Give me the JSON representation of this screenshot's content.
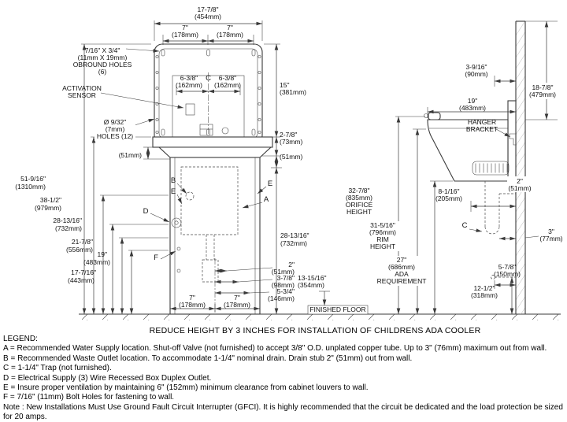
{
  "banner": {
    "reduce_note": "REDUCE HEIGHT BY 3 INCHES FOR INSTALLATION OF CHILDRENS ADA COOLER",
    "finished_floor": "FINISHED FLOOR"
  },
  "front": {
    "width_top": {
      "in": "17-7/8\"",
      "mm": "(454mm)"
    },
    "seven_left": {
      "in": "7\"",
      "mm": "(178mm)"
    },
    "seven_right": {
      "in": "7\"",
      "mm": "(178mm)"
    },
    "obround": {
      "l1": "7/16\" X 3/4\"",
      "l2": "(11mm X 19mm)",
      "l3": "OBROUND HOLES",
      "l4": "(6)"
    },
    "sensor": {
      "l1": "ACTIVATION",
      "l2": "SENSOR"
    },
    "holes": {
      "l1": "Ø 9/32\"",
      "l2": "(7mm)",
      "l3": "HOLES (12)"
    },
    "spread_left": {
      "in": "6-3/8\"",
      "mm": "(162mm)"
    },
    "spread_right": {
      "in": "6-3/8\"",
      "mm": "(162mm)"
    },
    "c_center": "C",
    "panel15": {
      "in": "15\"",
      "mm": "(381mm)"
    },
    "basin29": {
      "in": "2-7/8\"",
      "mm": "(73mm)"
    },
    "mm51_right": "(51mm)",
    "mm51_left": "(51mm)",
    "h1310": {
      "in": "51-9/16\"",
      "mm": "(1310mm)"
    },
    "h979": {
      "in": "38-1/2\"",
      "mm": "(979mm)"
    },
    "h732_left": {
      "in": "28-13/16\"",
      "mm": "(732mm)"
    },
    "h556": {
      "in": "21-7/8\"",
      "mm": "(556mm)"
    },
    "h483": {
      "in": "19\"",
      "mm": "(483mm)"
    },
    "h443": {
      "in": "17-7/16\"",
      "mm": "(443mm)"
    },
    "h732_right": {
      "in": "28-13/16\"",
      "mm": "(732mm)"
    },
    "off51": {
      "in": "2\"",
      "mm": "(51mm)"
    },
    "off98": {
      "in": "3-7/8\"",
      "mm": "(98mm)"
    },
    "off146": {
      "in": "5-3/4\"",
      "mm": "(146mm)"
    },
    "h354": {
      "in": "13-15/16\"",
      "mm": "(354mm)"
    },
    "base_left": {
      "in": "7\"",
      "mm": "(178mm)"
    },
    "base_right": {
      "in": "7\"",
      "mm": "(178mm)"
    },
    "callouts": {
      "a": "A",
      "b": "B",
      "d": "D",
      "e1": "E",
      "e2": "E",
      "f": "F"
    }
  },
  "side": {
    "d90": {
      "in": "3-9/16\"",
      "mm": "(90mm)"
    },
    "d479": {
      "in": "18-7/8\"",
      "mm": "(479mm)"
    },
    "d483": {
      "in": "19\"",
      "mm": "(483mm)"
    },
    "hanger": {
      "l1": "HANGER",
      "l2": "BRACKET"
    },
    "orifice": {
      "in": "32-7/8\"",
      "mm": "(835mm)",
      "l3": "ORIFICE",
      "l4": "HEIGHT"
    },
    "d205": {
      "in": "8-1/16\"",
      "mm": "(205mm)"
    },
    "stub51": {
      "in": "2\"",
      "mm": "(51mm)"
    },
    "rim": {
      "in": "31-5/16\"",
      "mm": "(796mm)",
      "l3": "RIM",
      "l4": "HEIGHT"
    },
    "c_trap": "C",
    "d77": {
      "in": "3\"",
      "mm": "(77mm)"
    },
    "ada": {
      "in": "27\"",
      "mm": "(686mm)",
      "l3": "ADA",
      "l4": "REQUIREMENT"
    },
    "d150": {
      "in": "5-7/8\"",
      "mm": "(150mm)"
    },
    "h318": {
      "in": "12-1/2\"",
      "mm": "(318mm)"
    }
  },
  "legend": {
    "title": "LEGEND:",
    "items": [
      "A = Recommended Water Supply location. Shut-off Valve (not furnished) to accept 3/8\" O.D. unplated copper tube. Up to 3\" (76mm) maximum out from wall.",
      "B = Recommended Waste Outlet location. To accommodate 1-1/4\" nominal drain. Drain stub 2\" (51mm) out from wall.",
      "C = 1-1/4\" Trap (not furnished).",
      "D = Electrical Supply (3) Wire Recessed Box Duplex Outlet.",
      "E = Insure proper ventilation by maintaining 6\" (152mm) minimum clearance from cabinet louvers to wall.",
      "F = 7/16\" (11mm) Bolt Holes for fastening to wall."
    ],
    "note": "Note : New Installations Must Use Ground Fault Circuit Interrupter (GFCI). It is highly recommended that the circuit be dedicated and the load protection be sized for 20 amps."
  },
  "colors": {
    "line": "#3a3a3a",
    "text": "#111111"
  }
}
